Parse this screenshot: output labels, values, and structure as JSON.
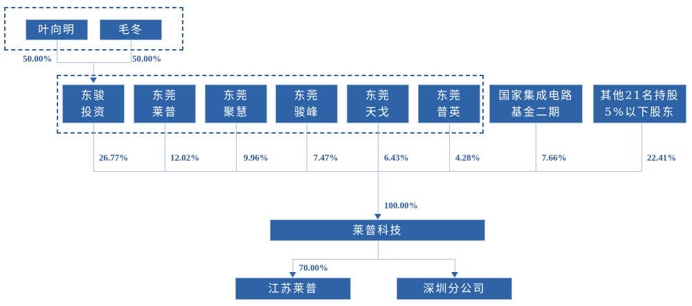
{
  "top_shareholders": [
    {
      "name": "叶向明",
      "pct": "50.00%"
    },
    {
      "name": "毛冬",
      "pct": "50.00%"
    }
  ],
  "shareholders": [
    {
      "line1": "东骏",
      "line2": "投资",
      "pct": "26.77%"
    },
    {
      "line1": "东莞",
      "line2": "莱普",
      "pct": "12.02%"
    },
    {
      "line1": "东莞",
      "line2": "聚慧",
      "pct": "9.96%"
    },
    {
      "line1": "东莞",
      "line2": "骏峰",
      "pct": "7.47%"
    },
    {
      "line1": "东莞",
      "line2": "天戈",
      "pct": "6.43%"
    },
    {
      "line1": "东莞",
      "line2": "普英",
      "pct": "4.28%"
    },
    {
      "line1": "国家集成电路",
      "line2": "基金二期",
      "pct": "7.66%"
    },
    {
      "line1": "其他21名持股",
      "line2": "5%以下股东",
      "pct": "22.41%"
    }
  ],
  "company": {
    "name": "莱普科技",
    "pct": "100.00%"
  },
  "subsidiaries": [
    {
      "name": "江苏莱普",
      "pct": "70.00%"
    },
    {
      "name": "深圳分公司",
      "pct": ""
    }
  ],
  "colors": {
    "box": "#2e63a8",
    "line": "#a9c1de",
    "text_pct": "#2e5a9c"
  }
}
